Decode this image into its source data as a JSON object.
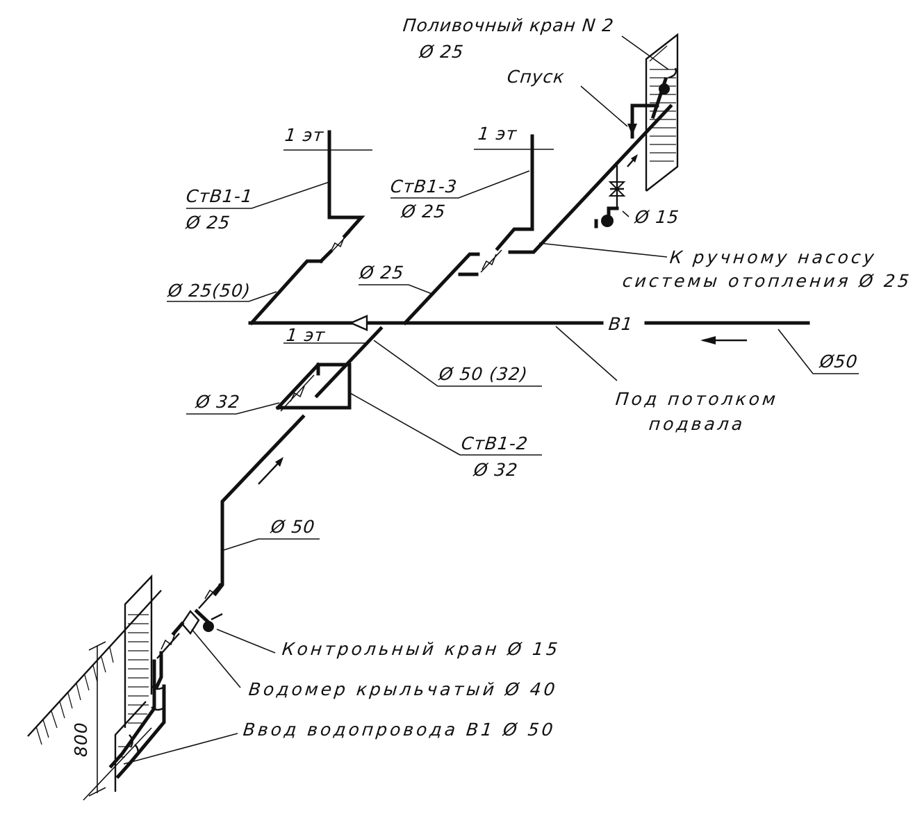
{
  "labels": {
    "watering_tap_title": "Поливочный кран N 2",
    "watering_tap_diam": "Ø 25",
    "drain": "Спуск",
    "floor_1_left": "1 эт",
    "floor_1_mid": "1 эт",
    "floor_1_center": "1 эт",
    "riser_1_name": "СтВ1-1",
    "riser_1_diam": "Ø 25",
    "riser_3_name": "СтВ1-3",
    "riser_3_diam": "Ø 25",
    "diam_15_valve": "Ø 15",
    "hand_pump_line1": "К ручному насосу",
    "hand_pump_line2": "системы отопления Ø 25",
    "diam_25_50": "Ø 25(50)",
    "diam_25": "Ø 25",
    "b1": "В1",
    "diam_50_right": "Ø50",
    "diam_50_32": "Ø 50 (32)",
    "under_ceiling_line1": "Под потолком",
    "under_ceiling_line2": "подвала",
    "diam_32": "Ø 32",
    "riser_2_name": "СтВ1-2",
    "riser_2_diam": "Ø 32",
    "diam_50_lower": "Ø 50",
    "control_tap": "Контрольный кран Ø 15",
    "water_meter": "Водомер крыльчатый Ø 40",
    "inlet": "Ввод водопровода В1 Ø 50",
    "depth": "800"
  }
}
